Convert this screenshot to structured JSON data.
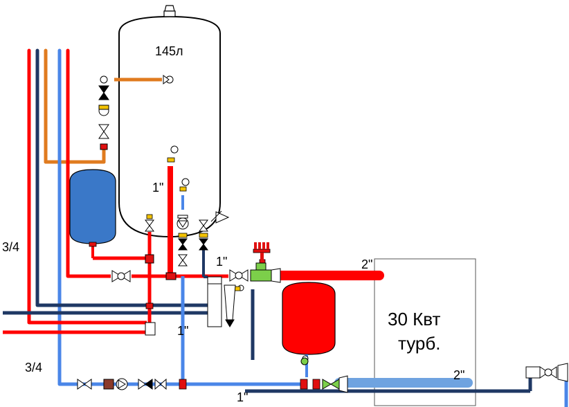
{
  "labels": {
    "tank_volume": "145л",
    "boiler_power": "30 Квт",
    "boiler_type": "турб.",
    "pipe_1in_vertical": "1\"",
    "pipe_1in_mid": "1\"",
    "pipe_1in_lower": "1\"",
    "pipe_1in_bottom": "1\"",
    "pipe_2in_top": "2\"",
    "pipe_2in_bottom": "2\"",
    "pipe_34_upper": "3/4",
    "pipe_34_lower": "3/4"
  },
  "colors": {
    "hot": "#ff0000",
    "cold_light": "#4a86e8",
    "cold_dark": "#1f3864",
    "orange": "#e07b1f",
    "exp_blue": "#3a78c8",
    "exp_red": "#ff0000",
    "fitting_green": "#7ccf4a",
    "fitting_yellow": "#f2c200",
    "manifold_red": "#e01010",
    "boiler_wide_blue": "#6fa3e0"
  }
}
